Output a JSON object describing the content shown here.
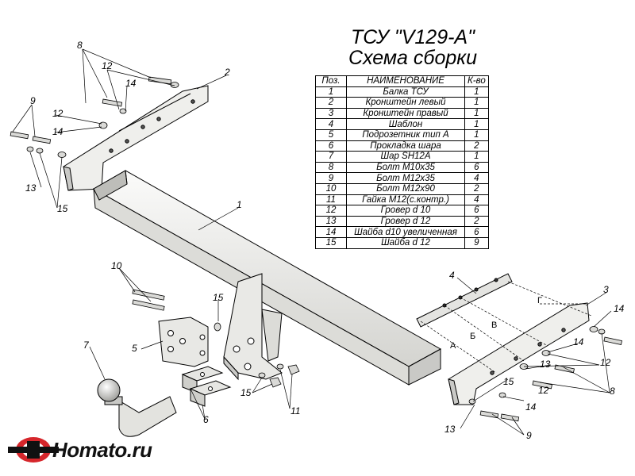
{
  "title_line1": "ТСУ \"V129-A\"",
  "title_line2": "Схема сборки",
  "table": {
    "headers": [
      "Поз.",
      "НАИМЕНОВАНИЕ",
      "К-во"
    ],
    "rows": [
      [
        "1",
        "Балка ТСУ",
        "1"
      ],
      [
        "2",
        "Кронштейн левый",
        "1"
      ],
      [
        "3",
        "Кронштейн правый",
        "1"
      ],
      [
        "4",
        "Шаблон",
        "1"
      ],
      [
        "5",
        "Подрозетник тип А",
        "1"
      ],
      [
        "6",
        "Прокладка шара",
        "2"
      ],
      [
        "7",
        "Шар SH12A",
        "1"
      ],
      [
        "8",
        "Болт М10х35",
        "6"
      ],
      [
        "9",
        "Болт М12х35",
        "4"
      ],
      [
        "10",
        "Болт М12х90",
        "2"
      ],
      [
        "11",
        "Гайка М12(с.контр.)",
        "4"
      ],
      [
        "12",
        "Гровер d 10",
        "6"
      ],
      [
        "13",
        "Гровер d 12",
        "2"
      ],
      [
        "14",
        "Шайба d10 увеличенная",
        "6"
      ],
      [
        "15",
        "Шайба d 12",
        "9"
      ]
    ]
  },
  "callouts": {
    "c1": "1",
    "c2": "2",
    "c3": "3",
    "c4": "4",
    "c5": "5",
    "c6": "6",
    "c7": "7",
    "c8a": "8",
    "c8b": "8",
    "c9a": "9",
    "c9b": "9",
    "c10": "10",
    "c11": "11",
    "c12a": "12",
    "c12b": "12",
    "c12c": "12",
    "c12d": "12",
    "c13a": "13",
    "c13b": "13",
    "c14a": "14",
    "c14b": "14",
    "c14c": "14",
    "c14d": "14",
    "c14e": "14",
    "c15a": "15",
    "c15b": "15",
    "c15c": "15",
    "c15d": "15",
    "lA": "А",
    "lB": "Б",
    "lV": "В",
    "lG": "Г"
  },
  "logo": {
    "text": "Homato.ru"
  },
  "colors": {
    "part_fill": "#f0f0ee",
    "part_shade": "#c9c9c6",
    "logo_red": "#d6262b",
    "line": "#000000"
  }
}
